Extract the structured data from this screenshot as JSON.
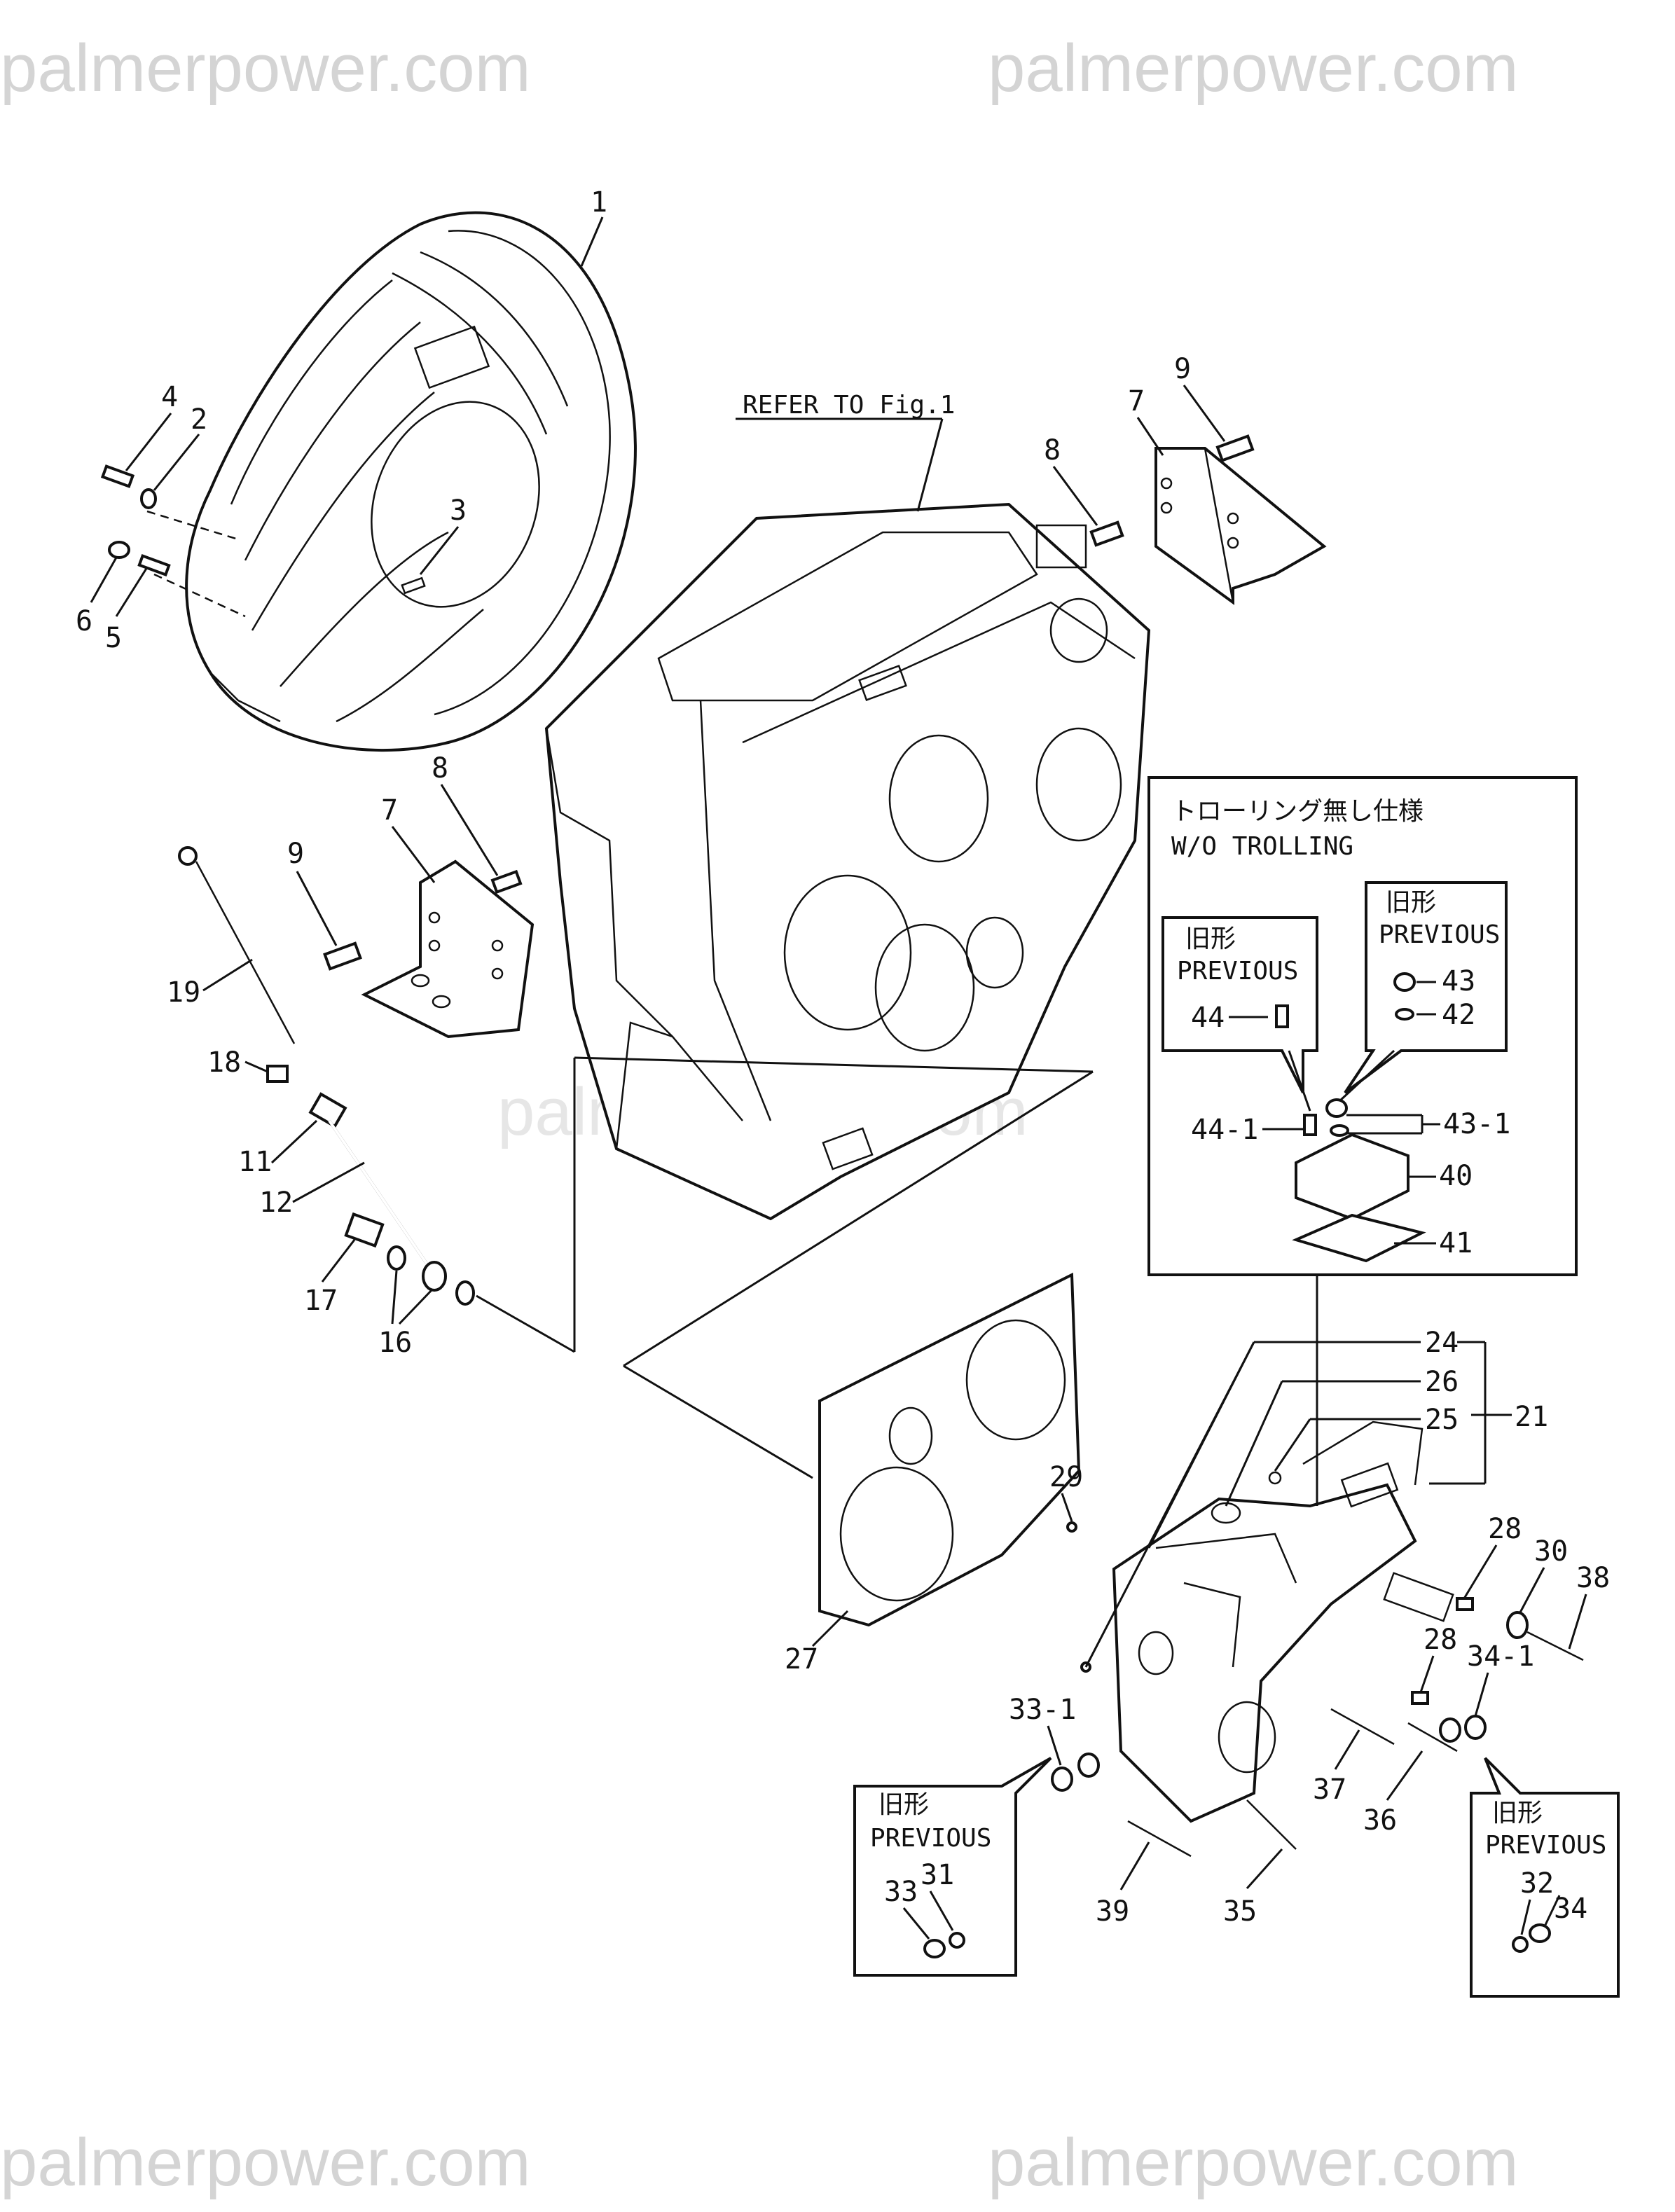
{
  "watermark": {
    "top_left": "palmerpower.com",
    "top_right": "palmerpower.com",
    "middle": "palmerpower.com",
    "bottom_left": "palmerpower.com",
    "bottom_right": "palmerpower.com"
  },
  "refer_note": "REFER TO Fig.1",
  "trolling_box": {
    "title_jp": "トローリング無し仕様",
    "title_en": "W/O TROLLING"
  },
  "previous_boxes": {
    "jp": "旧形",
    "en": "PREVIOUS"
  },
  "callouts": {
    "c1": "1",
    "c2": "2",
    "c3": "3",
    "c4": "4",
    "c5": "5",
    "c6": "6",
    "c7a": "7",
    "c7b": "7",
    "c8a": "8",
    "c8b": "8",
    "c9a": "9",
    "c9b": "9",
    "c11": "11",
    "c12": "12",
    "c16": "16",
    "c17": "17",
    "c18": "18",
    "c19": "19",
    "c21": "21",
    "c24": "24",
    "c25": "25",
    "c26": "26",
    "c27": "27",
    "c28a": "28",
    "c28b": "28",
    "c29": "29",
    "c30": "30",
    "c31": "31",
    "c32": "32",
    "c33": "33",
    "c33_1": "33-1",
    "c34": "34",
    "c34_1": "34-1",
    "c35": "35",
    "c36": "36",
    "c37": "37",
    "c38": "38",
    "c39": "39",
    "c40": "40",
    "c41": "41",
    "c42": "42",
    "c43": "43",
    "c43_1": "43-1",
    "c44": "44",
    "c44_1": "44-1"
  }
}
